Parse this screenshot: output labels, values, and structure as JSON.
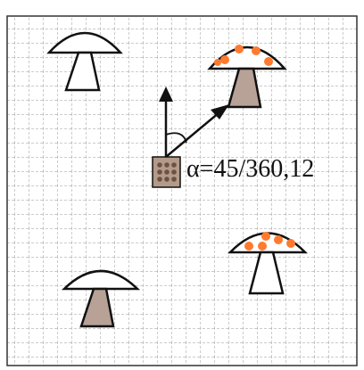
{
  "scene": {
    "angle_label": "α=45/360,12",
    "colors": {
      "grid": "#9a9a9a",
      "frame": "#333333",
      "outline": "#111111",
      "cap_white": "#ffffff",
      "stem_white": "#ffffff",
      "stem_brown": "#b8a196",
      "spot_orange": "#ff7a2f",
      "agent_fill": "#b49a88",
      "agent_dots": "#6b5146",
      "arrow": "#111111"
    },
    "objects": [
      {
        "id": "mushroom-top-left",
        "kind": "white-cap-white-stem"
      },
      {
        "id": "mushroom-top-right",
        "kind": "spotted-cap-brown-stem"
      },
      {
        "id": "mushroom-bottom-right",
        "kind": "spotted-cap-white-stem"
      },
      {
        "id": "mushroom-bottom-left",
        "kind": "white-cap-brown-stem"
      },
      {
        "id": "agent-marker",
        "kind": "textured-square"
      }
    ]
  }
}
